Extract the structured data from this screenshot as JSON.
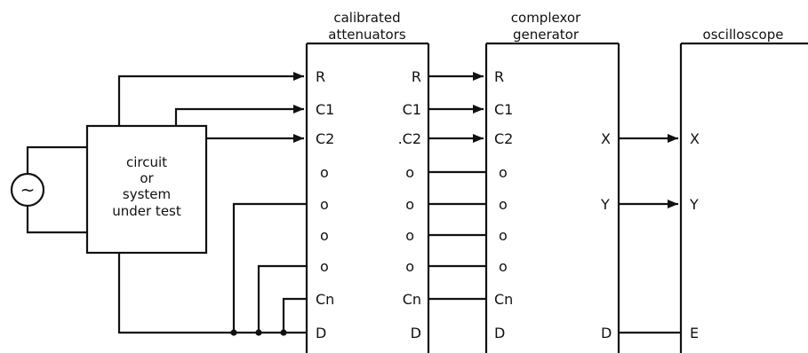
{
  "titles": {
    "attenuators_line1": "calibrated",
    "attenuators_line2": "attenuators",
    "complexor_line1": "complexor",
    "complexor_line2": "generator",
    "oscilloscope": "oscilloscope"
  },
  "circuit_box": {
    "line1": "circuit",
    "line2": "or",
    "line3": "system",
    "line4": "under test"
  },
  "source_symbol": "~",
  "attenuator_inputs": [
    "R",
    "C1",
    "C2",
    "o",
    "o",
    "o",
    "o",
    "Cn",
    "D"
  ],
  "attenuator_outputs": [
    "R",
    "C1",
    ".C2",
    "o",
    "o",
    "o",
    "o",
    "Cn",
    "D"
  ],
  "complexor_inputs": [
    "R",
    "C1",
    "C2",
    "o",
    "o",
    "o",
    "o",
    "Cn",
    "D"
  ],
  "complexor_outputs": [
    "X",
    "Y",
    "D"
  ],
  "oscilloscope_inputs": [
    "X",
    "Y",
    "E"
  ]
}
